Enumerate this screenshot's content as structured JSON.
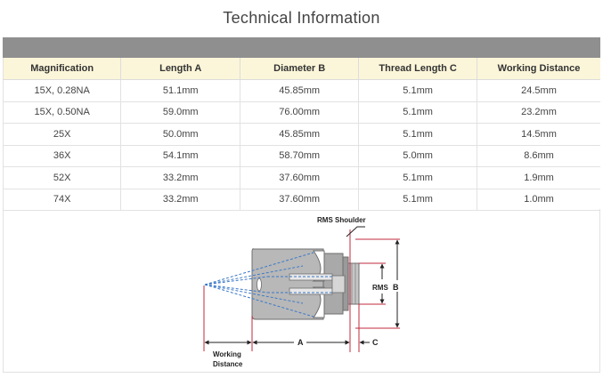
{
  "page": {
    "title": "Technical Information"
  },
  "table": {
    "columns": [
      "Magnification",
      "Length A",
      "Diameter B",
      "Thread Length C",
      "Working Distance"
    ],
    "rows": [
      [
        "15X, 0.28NA",
        "51.1mm",
        "45.85mm",
        "5.1mm",
        "24.5mm"
      ],
      [
        "15X, 0.50NA",
        "59.0mm",
        "76.00mm",
        "5.1mm",
        "23.2mm"
      ],
      [
        "25X",
        "50.0mm",
        "45.85mm",
        "5.1mm",
        "14.5mm"
      ],
      [
        "36X",
        "54.1mm",
        "58.70mm",
        "5.0mm",
        "8.6mm"
      ],
      [
        "52X",
        "33.2mm",
        "37.60mm",
        "5.1mm",
        "1.9mm"
      ],
      [
        "74X",
        "33.2mm",
        "37.60mm",
        "5.1mm",
        "1.0mm"
      ]
    ]
  },
  "diagram": {
    "rms_shoulder_label": "RMS Shoulder",
    "rms_label": "RMS",
    "b_label": "B",
    "a_label": "A",
    "c_label": "C",
    "working_label_line1": "Working",
    "working_label_line2": "Distance",
    "colors": {
      "body": "#b4b4b4",
      "body_dark": "#8a8a8a",
      "ray": "#3a78c8",
      "dimension": "#c0283c"
    }
  }
}
